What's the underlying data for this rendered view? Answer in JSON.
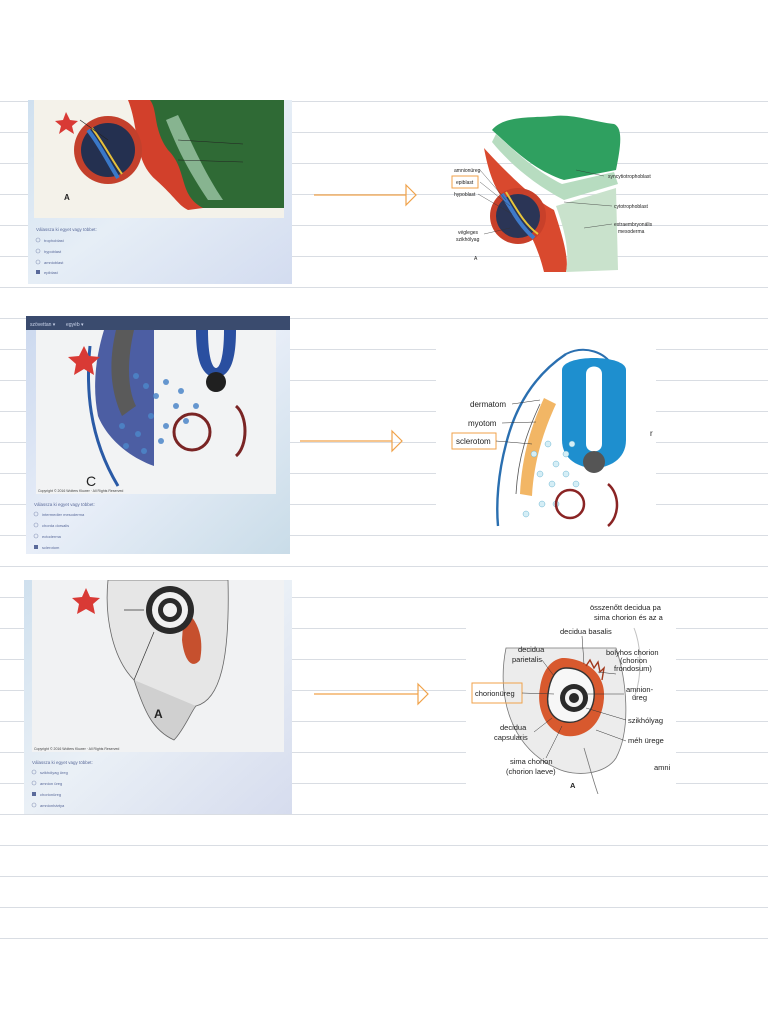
{
  "row1": {
    "photo": {
      "label_a": "A",
      "question": "Válassza ki egyet vagy többet:",
      "options": [
        "trophoblast",
        "hypoblast",
        "amnioblast",
        "epiblast"
      ]
    },
    "diagram": {
      "label_a": "A",
      "labels": {
        "amnionureg": "amnionüreg",
        "epiblast": "epiblast",
        "hypoblast": "hypoblast",
        "szikholyag1": "végleges",
        "szikholyag2": "szikhólyag",
        "syncytio": "syncytiotrophoblast",
        "cyto": "cytotrophoblast",
        "extra1": "extraembryonális",
        "extra2": "mesoderma"
      }
    }
  },
  "row2": {
    "photo": {
      "label_c": "C",
      "topbar": [
        "szövettan ▾",
        "egyéb ▾"
      ],
      "copyright": "Copyright © 2016 Wolters Kluwer · All Rights Reserved",
      "question": "Válassza ki egyet vagy többet:",
      "options": [
        "intermedier mesoderma",
        "chorda dorsalis",
        "ectoderma",
        "sclerotom"
      ]
    },
    "diagram": {
      "labels": {
        "dermatom": "dermatom",
        "myotom": "myotom",
        "sclerotom": "sclerotom",
        "edge": "r"
      }
    }
  },
  "row3": {
    "photo": {
      "label_a": "A",
      "copyright": "Copyright © 2016 Wolters Kluwer · All Rights Reserved",
      "question": "Válassza ki egyet vagy többet:",
      "options": [
        "szikhólyag üreg",
        "amnion üreg",
        "chorionüreg",
        "amnionhártya"
      ]
    },
    "diagram": {
      "label_a": "A",
      "labels": {
        "top1": "összenőtt decidua pa",
        "top2": "sima chorion és az a",
        "basalis": "decidua basalis",
        "parietalis1": "decidua",
        "parietalis2": "parietalis",
        "bolyhos1": "bolyhos chorion",
        "bolyhos2": "(chorion",
        "bolyhos3": "frondosum)",
        "chorionureg": "chorionüreg",
        "amnion1": "amnion-",
        "amnion2": "üreg",
        "capsularis1": "decidua",
        "capsularis2": "capsularis",
        "szikholyag": "szikhólyag",
        "meh": "méh ürege",
        "sima1": "sima chorion",
        "sima2": "(chorion laeve)",
        "amni": "amni"
      }
    }
  }
}
